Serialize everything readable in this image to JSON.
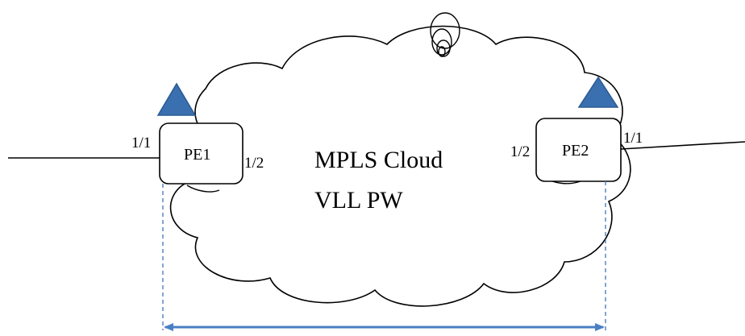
{
  "cloud": {
    "line1": "MPLS Cloud",
    "line2": "VLL PW"
  },
  "pe1": {
    "name": "PE1",
    "port_left": "1/1",
    "port_right": "1/2"
  },
  "pe2": {
    "name": "PE2",
    "port_left": "1/2",
    "port_right": "1/1"
  },
  "colors": {
    "triangle_fill": "#3a6fb0",
    "triangle_stroke": "#2a5a92",
    "dashed_line": "#4a7fc4",
    "arrow": "#4a7fc4",
    "line": "#000000"
  },
  "icons": {
    "pe1_marker": "triangle-icon",
    "pe2_marker": "triangle-icon",
    "cloud_loop": "loop-icon"
  }
}
